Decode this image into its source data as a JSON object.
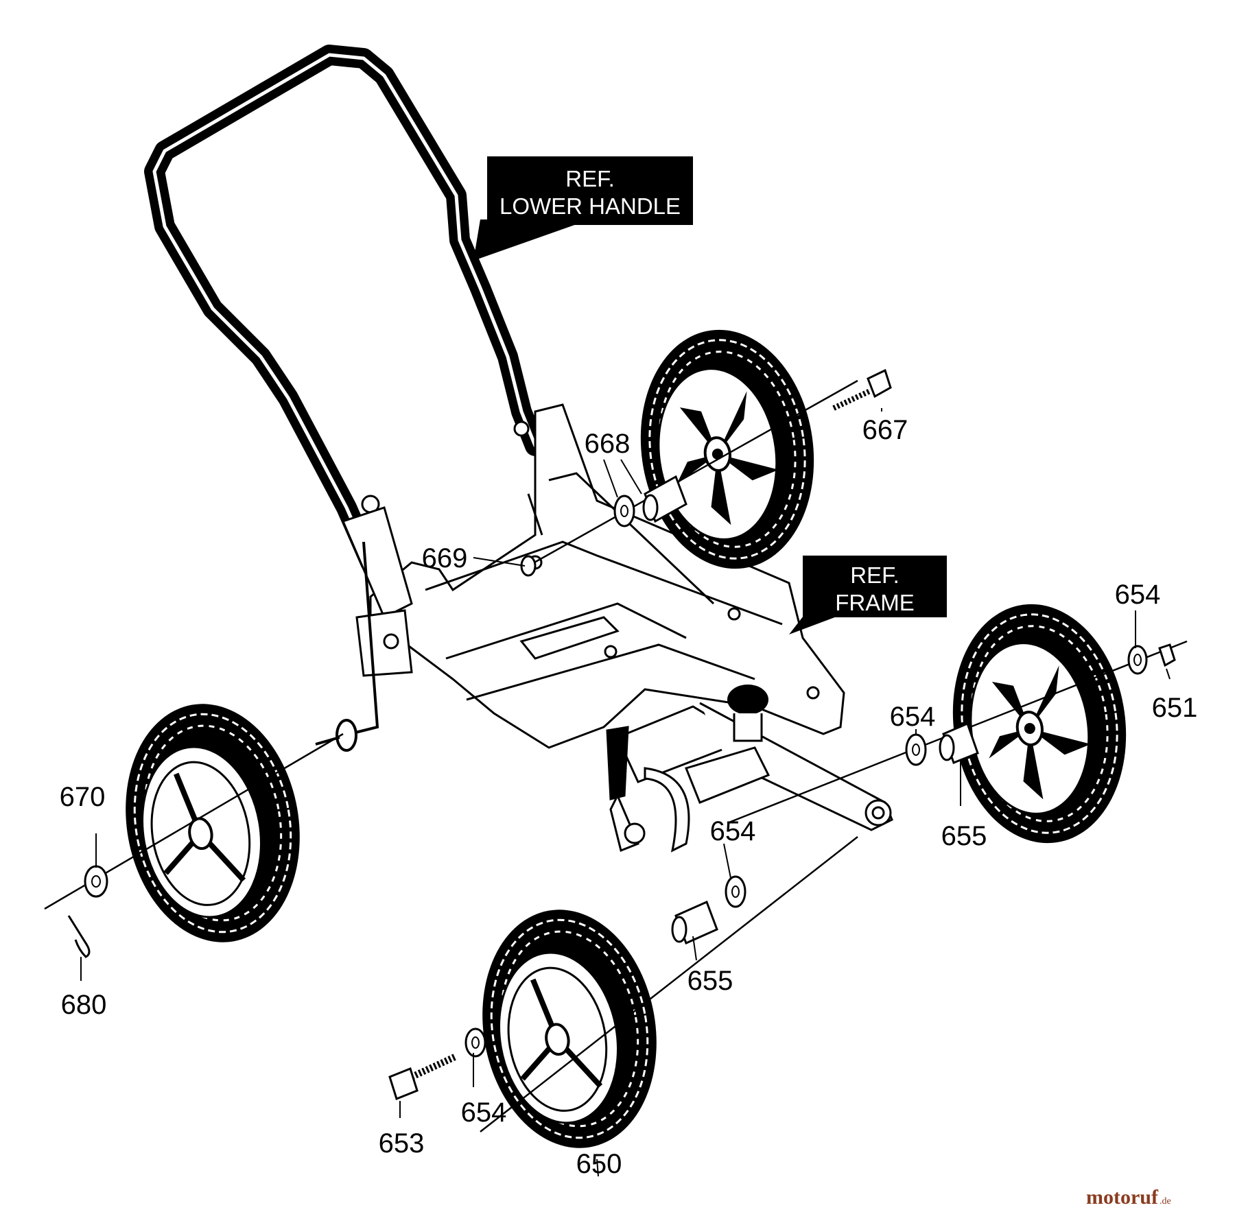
{
  "diagram": {
    "callouts": {
      "lower_handle": {
        "line1": "REF.",
        "line2": "LOWER HANDLE"
      },
      "frame": {
        "line1": "REF.",
        "line2": "FRAME"
      }
    },
    "part_numbers": {
      "p667": "667",
      "p668": "668",
      "p669": "669",
      "p654_top": "654",
      "p651": "651",
      "p654_mid": "654",
      "p655_right": "655",
      "p654_center": "654",
      "p670": "670",
      "p680": "680",
      "p655_front": "655",
      "p653": "653",
      "p654_bottom": "654",
      "p650": "650"
    },
    "watermark": {
      "main": "motoruf",
      "suffix": ".de"
    }
  }
}
